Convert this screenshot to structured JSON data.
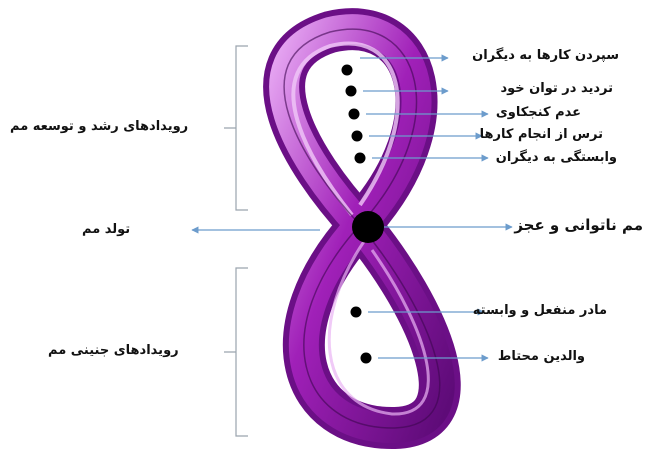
{
  "diagram": {
    "upper_items": [
      "سپردن کارها به دیگران",
      "تردید در توان خود",
      "عدم کنجکاوی",
      "ترس از انجام کارها",
      "وابستگی به دیگران"
    ],
    "center_label": "مم ناتوانی و عجز",
    "lower_items": [
      "مادر منفعل و وابسته",
      "والدین محتاط"
    ],
    "left_groups": {
      "upper": "رویدادهای رشد و توسعه مم",
      "middle": "تولد مم",
      "lower": "رویدادهای جنینی مم"
    },
    "colors": {
      "loop_dark": "#6b0f86",
      "loop_mid": "#a020b8",
      "loop_light": "#d27ae6",
      "arrow": "#6c9ccc",
      "bracket": "#9aa4ae",
      "dot": "#000000"
    }
  }
}
